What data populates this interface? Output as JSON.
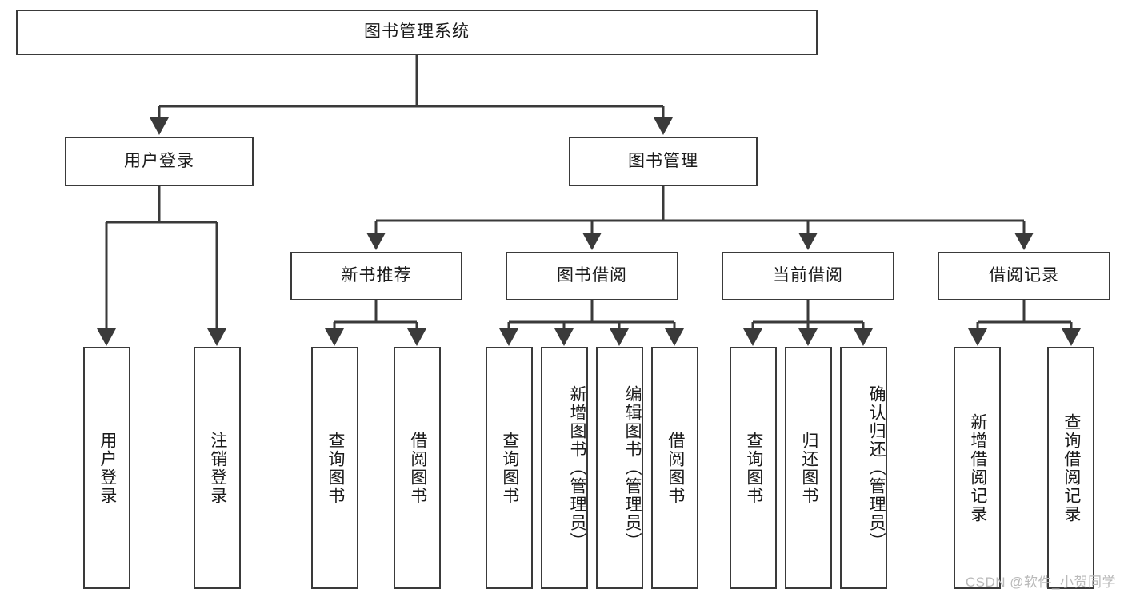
{
  "diagram": {
    "type": "hierarchy-tree",
    "title": "图书管理系统",
    "colors": {
      "box_border": "#3a3a3a",
      "box_fill": "#ffffff",
      "edge": "#3a3a3a",
      "text": "#1a1a1a",
      "watermark": "#b9b9b9"
    },
    "root": {
      "label": "图书管理系统"
    },
    "level2": [
      {
        "id": "user-login",
        "label": "用户登录"
      },
      {
        "id": "book-management",
        "label": "图书管理"
      }
    ],
    "level3": [
      {
        "id": "new-book-recommend",
        "label": "新书推荐"
      },
      {
        "id": "book-borrow",
        "label": "图书借阅"
      },
      {
        "id": "current-borrow",
        "label": "当前借阅"
      },
      {
        "id": "borrow-record",
        "label": "借阅记录"
      }
    ],
    "leaves": {
      "user_login": [
        {
          "id": "leaf-user-login",
          "label": "用户登录"
        },
        {
          "id": "leaf-logout-login",
          "label": "注销登录"
        }
      ],
      "new_book_recommend": [
        {
          "id": "leaf-query-book-1",
          "label": "查询图书"
        },
        {
          "id": "leaf-borrow-book-1",
          "label": "借阅图书"
        }
      ],
      "book_borrow": [
        {
          "id": "leaf-query-book-2",
          "label": "查询图书"
        },
        {
          "id": "leaf-add-book",
          "label": "新增图书（管理员）"
        },
        {
          "id": "leaf-edit-book",
          "label": "编辑图书（管理员）"
        },
        {
          "id": "leaf-borrow-book-2",
          "label": "借阅图书"
        }
      ],
      "current_borrow": [
        {
          "id": "leaf-query-book-3",
          "label": "查询图书"
        },
        {
          "id": "leaf-return-book",
          "label": "归还图书"
        },
        {
          "id": "leaf-confirm-return",
          "label": "确认归还（管理员）"
        }
      ],
      "borrow_record": [
        {
          "id": "leaf-add-record",
          "label": "新增借阅记录"
        },
        {
          "id": "leaf-query-record",
          "label": "查询借阅记录"
        }
      ]
    }
  },
  "watermark": {
    "text": "CSDN @软件_小贺同学"
  }
}
